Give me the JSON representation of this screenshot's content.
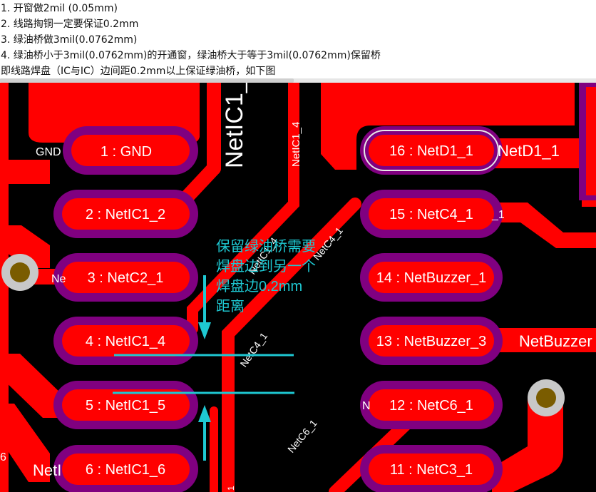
{
  "notes": [
    "1. 开窗做2mil (0.05mm)",
    "2. 线路掏铜一定要保证0.2mm",
    "3. 绿油桥做3mil(0.0762mm)",
    "4. 绿油桥小于3mil(0.0762mm)的开通窗，绿油桥大于等于3mil(0.0762mm)保留桥",
    "即线路焊盘（IC与IC）边间距0.2mm以上保证绿油桥，如下图"
  ],
  "pads_left": [
    {
      "label": "1 : GND"
    },
    {
      "label": "2 : NetIC1_2"
    },
    {
      "label": "3 : NetC2_1"
    },
    {
      "label": "4 : NetIC1_4"
    },
    {
      "label": "5 : NetIC1_5"
    },
    {
      "label": "6 : NetIC1_6"
    }
  ],
  "pads_right": [
    {
      "label": "16 : NetD1_1"
    },
    {
      "label": "15 : NetC4_1"
    },
    {
      "label": "14 : NetBuzzer_1"
    },
    {
      "label": "13 : NetBuzzer_3"
    },
    {
      "label": "12 : NetC6_1"
    },
    {
      "label": "11 : NetC3_1"
    }
  ],
  "net_labels": {
    "gnd": "GND",
    "netic1_big": "NetIC1_",
    "netic1_4_v": "NetIC1_4",
    "netic1_4_diag": "NetIC1_4",
    "netc4_diag_a": "NetC4_1",
    "netc4_diag_b": "NetC4_1",
    "netc4_tail": "_1",
    "netd1": "NetD1_1",
    "ne_left": "Ne",
    "netbuzzer_right": "NetBuzzer",
    "n_partial": "N",
    "netc6_diag": "NetC6_1",
    "neti_left": "NetI",
    "six_left": "6",
    "bottom_one": "1"
  },
  "annotation": {
    "lines": [
      "保留绿油桥需要",
      "焊盘边到另一个",
      "焊盘边0.2mm",
      "距离"
    ],
    "color": "#1ec8d2"
  },
  "colors": {
    "copper": "#ff0000",
    "mask": "#800080",
    "board": "#000000",
    "via_ring": "#c8c8c8",
    "via_hole": "#7a5c00",
    "pad_text": "#ffffff"
  }
}
